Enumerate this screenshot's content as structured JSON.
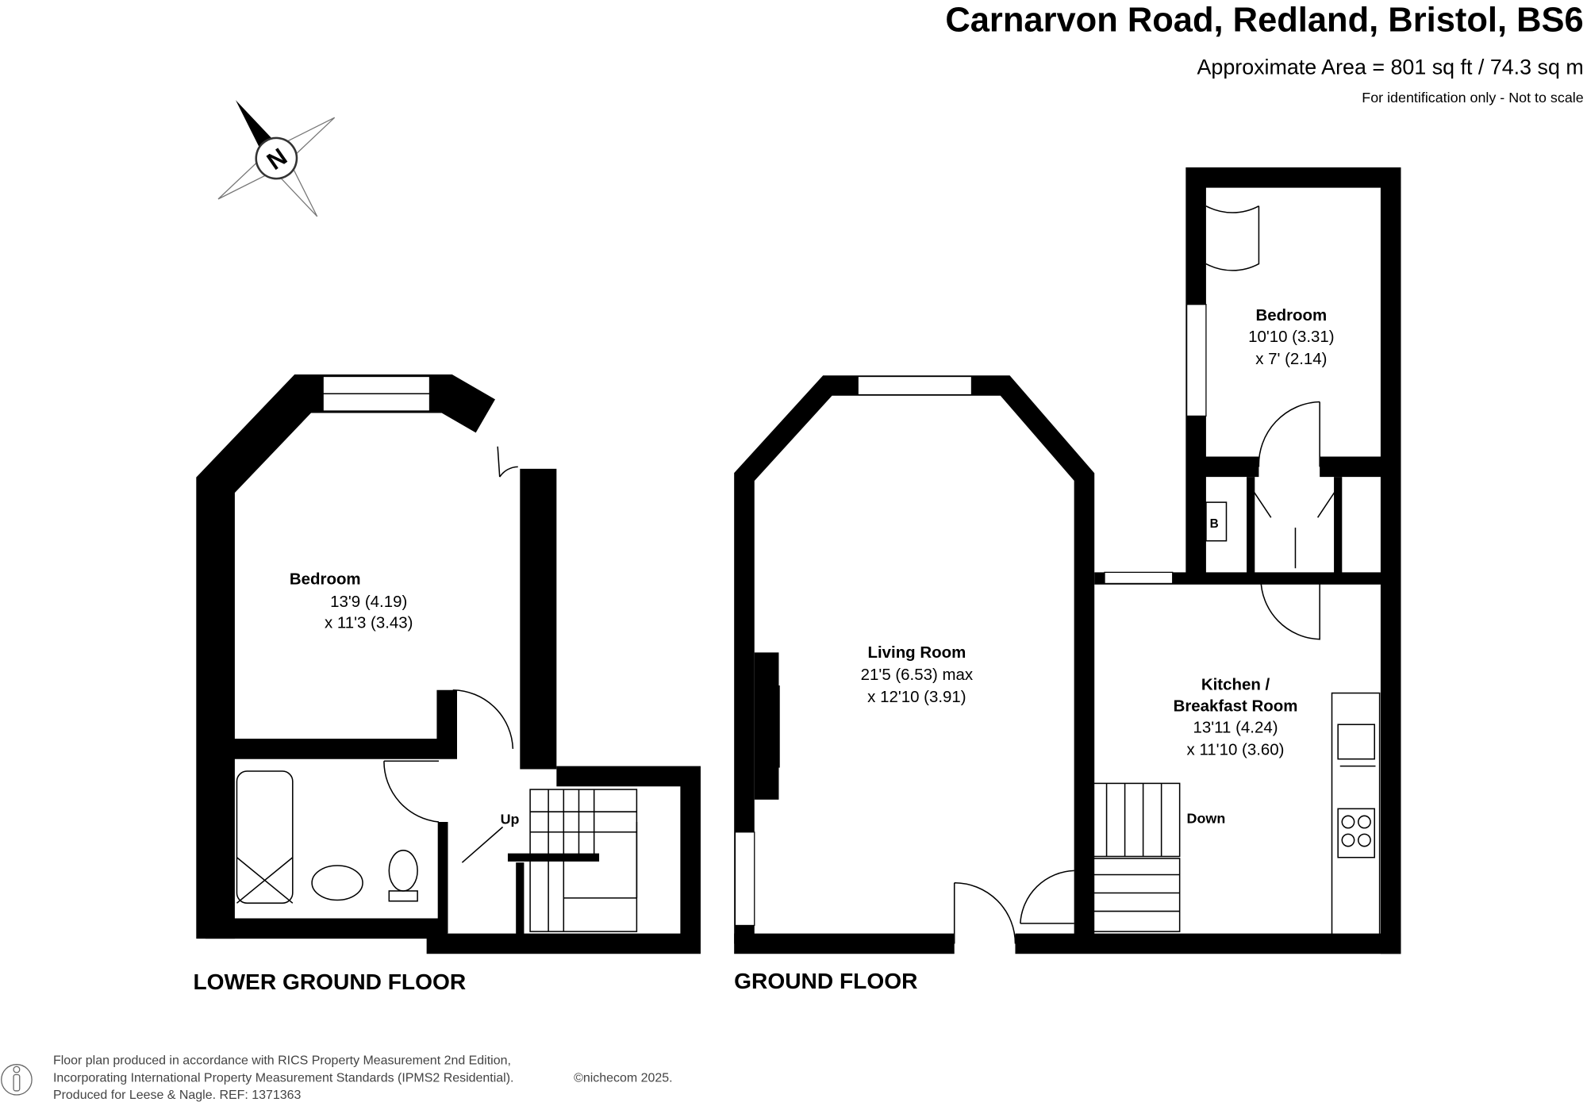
{
  "header": {
    "title": "Carnarvon Road, Redland, Bristol, BS6",
    "area": "Approximate Area = 801 sq ft / 74.3 sq m",
    "disclaimer": "For identification only - Not to scale"
  },
  "compass": {
    "label": "N"
  },
  "floors": {
    "lower_ground": {
      "name": "LOWER GROUND FLOOR",
      "bedroom": {
        "name": "Bedroom",
        "dim1": "13'9 (4.19)",
        "dim2": "x 11'3 (3.43)"
      },
      "stairs_label": "Up"
    },
    "ground": {
      "name": "GROUND FLOOR",
      "living": {
        "name": "Living Room",
        "dim1": "21'5 (6.53) max",
        "dim2": "x 12'10 (3.91)"
      },
      "kitchen": {
        "name1": "Kitchen /",
        "name2": "Breakfast Room",
        "dim1": "13'11 (4.24)",
        "dim2": "x 11'10 (3.60)"
      },
      "bedroom": {
        "name": "Bedroom",
        "dim1": "10'10 (3.31)",
        "dim2": "x 7' (2.14)"
      },
      "boiler_label": "B",
      "stairs_label": "Down"
    }
  },
  "footer": {
    "line1": "Floor plan produced in accordance with RICS Property Measurement 2nd Edition,",
    "line2": "Incorporating International Property Measurement Standards (IPMS2 Residential).",
    "copyright": "©nichecom 2025.",
    "line3": "Produced for Leese & Nagle.   REF:  1371363"
  }
}
